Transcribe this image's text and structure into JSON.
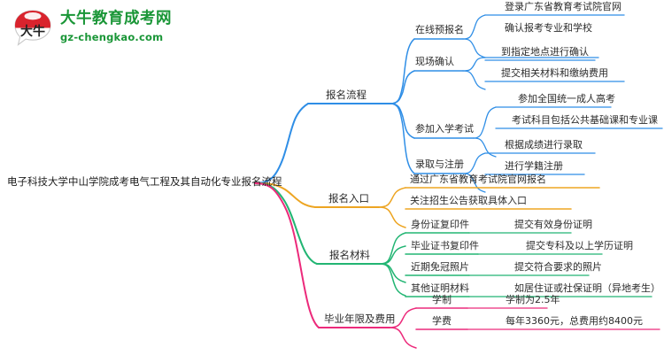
{
  "logo": {
    "icon": "speech-bubble-daniu-logo",
    "brand_name": "大牛教育成考网",
    "site_url": "gz-chengkao.com",
    "brand_color": "#1a9637",
    "mark_accent_color": "#d9232d"
  },
  "mindmap": {
    "root": {
      "label": "电子科技大学中山学院成考电气工程及其自动化专业报名流程"
    },
    "branches": [
      {
        "label": "报名流程",
        "color": "#2f8ee6",
        "children": [
          {
            "label": "在线预报名",
            "children": [
              {
                "label": "登录广东省教育考试院官网"
              },
              {
                "label": "确认报考专业和学校"
              }
            ]
          },
          {
            "label": "现场确认",
            "children": [
              {
                "label": "到指定地点进行确认"
              },
              {
                "label": "提交相关材料和缴纳费用"
              }
            ]
          },
          {
            "label": "参加入学考试",
            "children": [
              {
                "label": "参加全国统一成人高考"
              },
              {
                "label": "考试科目包括公共基础课和专业课"
              }
            ]
          },
          {
            "label": "录取与注册",
            "children": [
              {
                "label": "根据成绩进行录取"
              },
              {
                "label": "进行学籍注册"
              }
            ]
          }
        ]
      },
      {
        "label": "报名入口",
        "color": "#eda522",
        "children": [
          {
            "label": "通过广东省教育考试院官网报名"
          },
          {
            "label": "关注招生公告获取具体入口"
          }
        ]
      },
      {
        "label": "报名材料",
        "color": "#22b573",
        "children": [
          {
            "label": "身份证复印件",
            "children": [
              {
                "label": "提交有效身份证明"
              }
            ]
          },
          {
            "label": "毕业证书复印件",
            "children": [
              {
                "label": "提交专科及以上学历证明"
              }
            ]
          },
          {
            "label": "近期免冠照片",
            "children": [
              {
                "label": "提交符合要求的照片"
              }
            ]
          },
          {
            "label": "其他证明材料",
            "children": [
              {
                "label": "如居住证或社保证明（异地考生）"
              }
            ]
          }
        ]
      },
      {
        "label": "毕业年限及费用",
        "color": "#ec2a7b",
        "children": [
          {
            "label": "学制",
            "children": [
              {
                "label": "学制为2.5年"
              }
            ]
          },
          {
            "label": "学费",
            "children": [
              {
                "label": "每年3360元，总费用约8400元"
              }
            ]
          }
        ]
      }
    ]
  }
}
